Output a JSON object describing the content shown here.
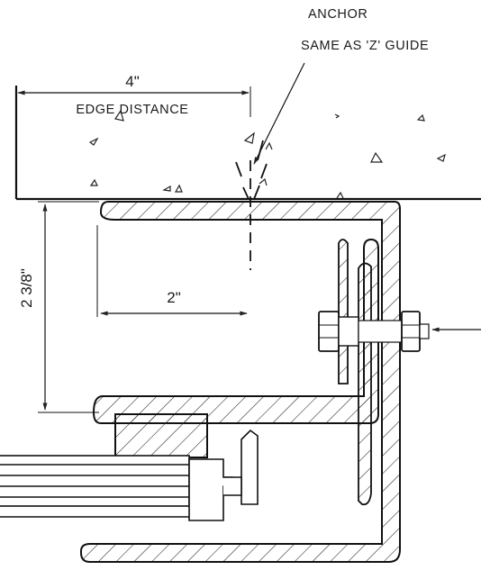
{
  "annotations": {
    "anchor_line1": "ANCHOR",
    "anchor_line2": "SAME AS 'Z' GUIDE",
    "edge_distance_value": "4\"",
    "edge_distance_label": "EDGE DISTANCE",
    "inset_dimension": "2\"",
    "height_dimension": "2 3/8\""
  }
}
